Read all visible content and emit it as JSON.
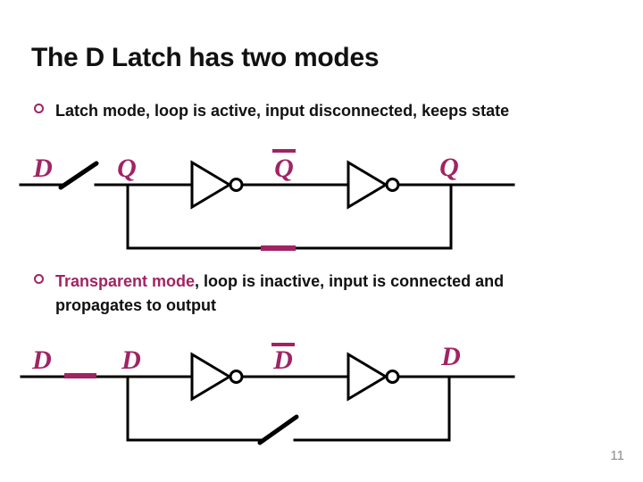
{
  "slide": {
    "title": "The D Latch has two modes",
    "page_number": "11"
  },
  "colors": {
    "accent": "#A02463",
    "text": "#111111",
    "wire": "#000000",
    "page_number": "#8C8C8C"
  },
  "bullet1": {
    "text": "Latch mode, loop is active, input disconnected, keeps state"
  },
  "bullet2": {
    "highlight": "Transparent mode",
    "rest": ", loop is inactive, input is connected and",
    "line2": "propagates to output"
  },
  "circuit_latch": {
    "input_label": "D",
    "input_switch_state": "open",
    "node_label": "Q",
    "mid_label": "Q",
    "mid_label_overbar": true,
    "output_label": "Q",
    "loop_switch_state": "closed"
  },
  "circuit_transparent": {
    "input_label": "D",
    "input_switch_state": "closed",
    "node_label": "D",
    "mid_label": "D",
    "mid_label_overbar": true,
    "output_label": "D",
    "loop_switch_state": "open"
  }
}
